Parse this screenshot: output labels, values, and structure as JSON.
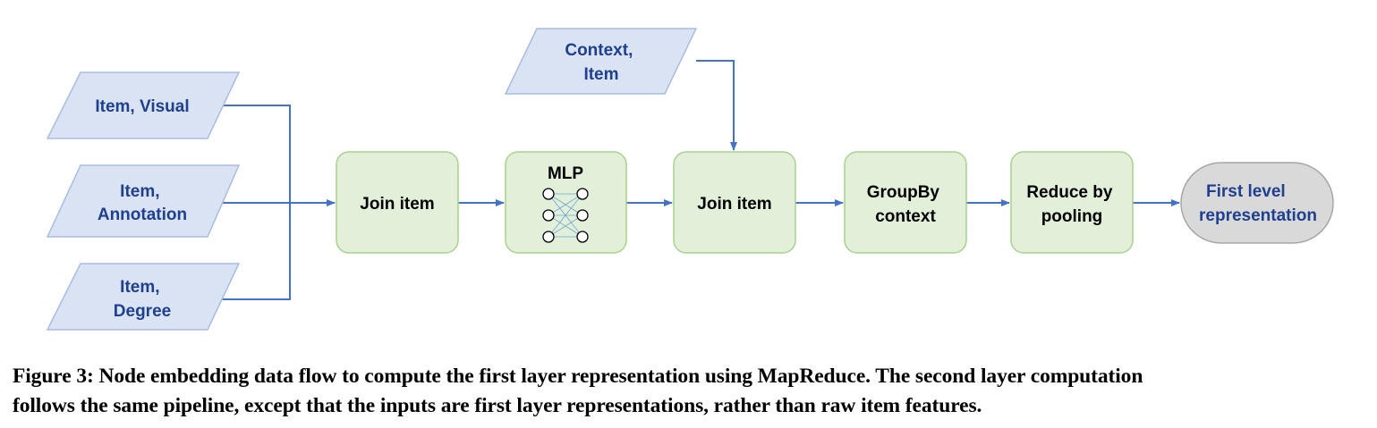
{
  "colors": {
    "input_fill": "#d9e3f3",
    "input_stroke": "#a9bde0",
    "input_text": "#1f3f8f",
    "process_fill": "#e2efd9",
    "process_stroke": "#a9d18e",
    "process_text": "#000000",
    "output_fill": "#d9d9d9",
    "output_stroke": "#a6a6a6",
    "output_text": "#1f3f8f",
    "arrow": "#4472c4"
  },
  "inputs": {
    "item_visual": [
      "Item, Visual"
    ],
    "item_annotation": [
      "Item,",
      "Annotation"
    ],
    "item_degree": [
      "Item,",
      "Degree"
    ],
    "context_item": [
      "Context,",
      "Item"
    ]
  },
  "processes": {
    "join_item_1": [
      "Join item"
    ],
    "mlp": [
      "MLP"
    ],
    "join_item_2": [
      "Join item"
    ],
    "groupby": [
      "GroupBy",
      "context"
    ],
    "reduce": [
      "Reduce by",
      "pooling"
    ]
  },
  "output": {
    "first_level": [
      "First level",
      "representation"
    ]
  },
  "caption": {
    "line1": "Figure 3: Node embedding data flow to compute the first layer representation using MapReduce. The second layer computation",
    "line2": "follows the same pipeline, except that the inputs are first layer representations, rather than raw item features."
  }
}
